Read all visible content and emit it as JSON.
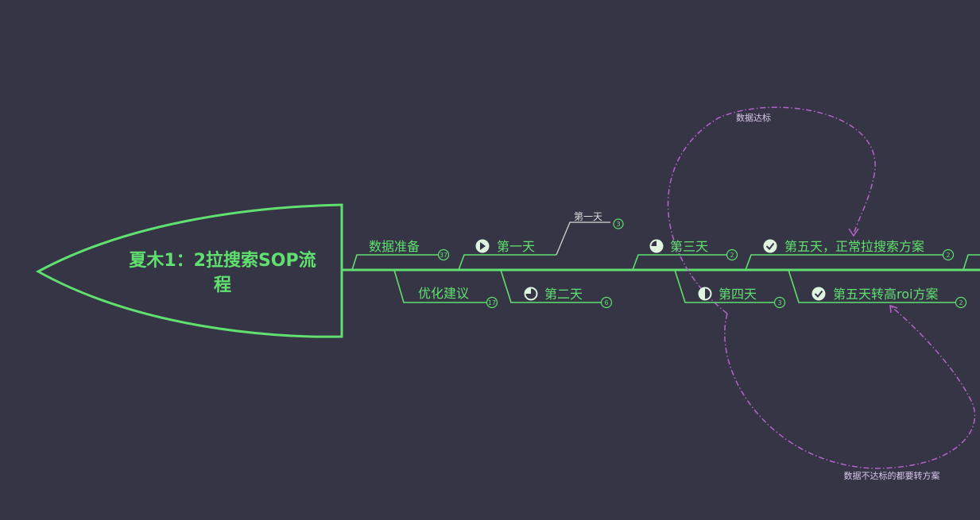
{
  "colors": {
    "background": "#353545",
    "main": "#5fe06f",
    "relation": "#b465c9",
    "relation_text": "#d7c6ea",
    "subtopic_text": "#dcdcdc"
  },
  "head": {
    "line1": "夏木1：2拉搜索SOP流",
    "line2": "程"
  },
  "branches": [
    {
      "label": "数据准备",
      "count": "37"
    },
    {
      "label": "优化建议",
      "count": "17"
    },
    {
      "label": "第一天",
      "count": "",
      "icon": "play-icon"
    },
    {
      "label": "第二天",
      "count": "6",
      "icon": "progress-75-icon"
    },
    {
      "label": "第三天",
      "count": "2",
      "icon": "progress-25-icon"
    },
    {
      "label": "第四天",
      "count": "3",
      "icon": "progress-50-icon"
    },
    {
      "label": "第五天，正常拉搜索方案",
      "count": "2",
      "icon": "check-icon"
    },
    {
      "label": "第五天转高roi方案",
      "count": "2",
      "icon": "check-icon"
    }
  ],
  "subtopic": {
    "label": "第一天",
    "count": "3"
  },
  "relations": {
    "upper": "数据达标",
    "lower": "数据不达标的都要转方案"
  }
}
